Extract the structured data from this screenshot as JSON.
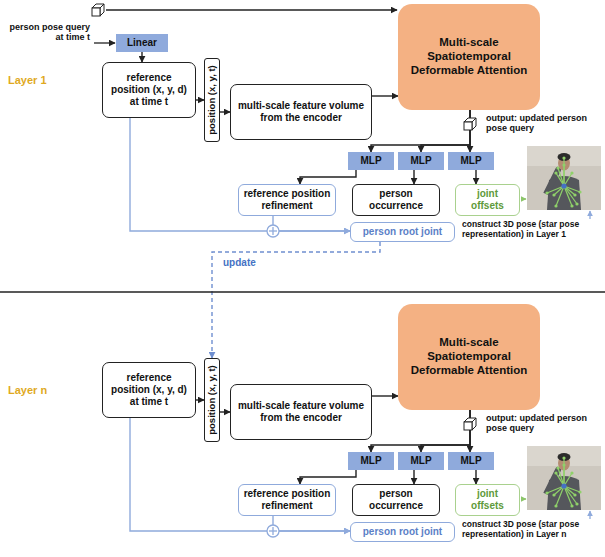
{
  "diagram": {
    "nodes": [
      {
        "text": [
          "Linear"
        ]
      },
      {
        "text": [
          "reference position (x, y, d) at time t"
        ]
      },
      {
        "text": [
          "position (x, y, t)"
        ]
      },
      {
        "text": [
          "multi-scale feature volume from the encoder"
        ]
      },
      {
        "text": [
          "Multi-scale Spatiotemporal Deformable Attention"
        ]
      },
      {
        "text": [
          "MLP"
        ]
      },
      {
        "text": [
          "MLP"
        ]
      },
      {
        "text": [
          "MLP"
        ]
      },
      {
        "text": [
          "reference position refinement"
        ]
      },
      {
        "text": [
          "person occurrence"
        ]
      },
      {
        "text": [
          "joint offsets"
        ]
      },
      {
        "text": [
          "person root joint"
        ]
      },
      {
        "text": [
          "reference position (x, y, d) at time t"
        ]
      },
      {
        "text": [
          "position (x, y, t)"
        ]
      },
      {
        "text": [
          "multi-scale feature volume from the encoder"
        ]
      },
      {
        "text": [
          "Multi-scale Spatiotemporal Deformable Attention"
        ]
      },
      {
        "text": [
          "MLP"
        ]
      },
      {
        "text": [
          "MLP"
        ]
      },
      {
        "text": [
          "MLP"
        ]
      },
      {
        "text": [
          "reference position refinement"
        ]
      },
      {
        "text": [
          "person occurrence"
        ]
      },
      {
        "text": [
          "joint offsets"
        ]
      },
      {
        "text": [
          "person root joint"
        ]
      }
    ],
    "edges": [
      {
        "from": 0,
        "to": 1,
        "arrow": "to"
      },
      {
        "from": 1,
        "to": 2,
        "arrow": "to"
      },
      {
        "from": 2,
        "to": 3,
        "arrow": "to"
      },
      {
        "from": 3,
        "to": 4,
        "arrow": "to"
      },
      {
        "from": 4,
        "to": 5,
        "arrow": "to"
      },
      {
        "from": 4,
        "to": 6,
        "arrow": "to"
      },
      {
        "from": 4,
        "to": 7,
        "arrow": "to"
      },
      {
        "from": 5,
        "to": 8,
        "arrow": "to"
      },
      {
        "from": 6,
        "to": 9,
        "arrow": "to"
      },
      {
        "from": 7,
        "to": 10,
        "arrow": "to"
      },
      {
        "from": 8,
        "to": 11,
        "arrow": "to"
      },
      {
        "from": 1,
        "to": 11,
        "arrow": "to"
      },
      {
        "from": 11,
        "to": 13,
        "label": "update",
        "arrow": "to"
      },
      {
        "from": 12,
        "to": 13,
        "arrow": "to"
      },
      {
        "from": 13,
        "to": 14,
        "arrow": "to"
      },
      {
        "from": 14,
        "to": 15,
        "arrow": "to"
      },
      {
        "from": 15,
        "to": 16,
        "arrow": "to"
      },
      {
        "from": 15,
        "to": 17,
        "arrow": "to"
      },
      {
        "from": 15,
        "to": 18,
        "arrow": "to"
      },
      {
        "from": 16,
        "to": 19,
        "arrow": "to"
      },
      {
        "from": 17,
        "to": 20,
        "arrow": "to"
      },
      {
        "from": 18,
        "to": 21,
        "arrow": "to"
      },
      {
        "from": 19,
        "to": 22,
        "arrow": "to"
      },
      {
        "from": 12,
        "to": 22,
        "arrow": "to"
      }
    ],
    "labels": [
      "person pose query at time t",
      "Layer 1",
      "output: updated person pose query",
      "construct 3D pose (star pose representation) in Layer 1",
      "Layer n",
      "output: updated person pose query",
      "construct 3D pose (star pose representation) in Layer n"
    ]
  }
}
